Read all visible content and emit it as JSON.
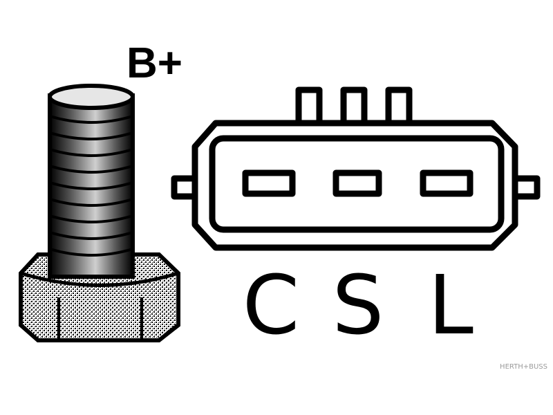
{
  "terminal": {
    "label": "B+"
  },
  "connector": {
    "pin_count": 3,
    "pins": [
      {
        "label": "C"
      },
      {
        "label": "S"
      },
      {
        "label": "L"
      }
    ]
  },
  "watermark": {
    "text": "HERTH+BUSS"
  },
  "colors": {
    "ink": "#000000",
    "paper": "#ffffff",
    "watermark": "#9a9a9a"
  }
}
